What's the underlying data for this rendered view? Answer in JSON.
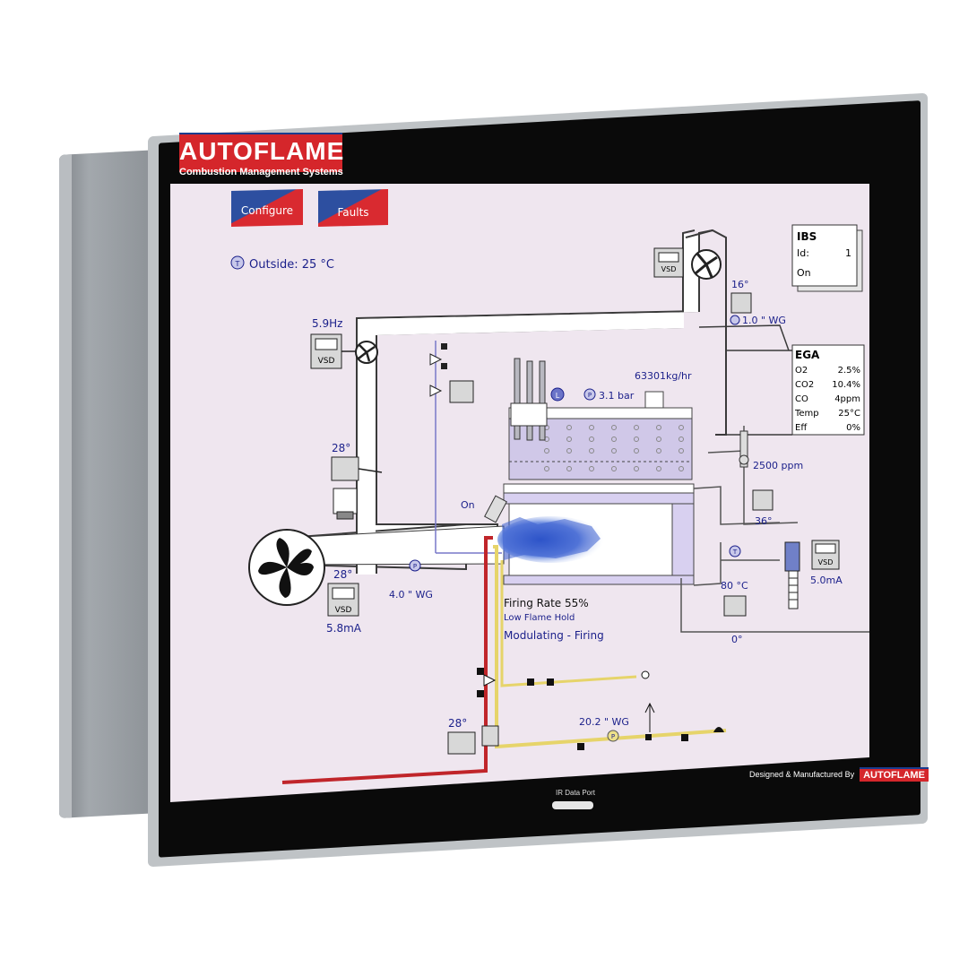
{
  "brand": {
    "logo_text": "AUTOFLAME",
    "tagline": "Combustion Management Systems",
    "manufacturer_label": "Designed & Manufactured By",
    "manufacturer_logo": "AUTOFLAME",
    "ir_port_label": "IR Data Port",
    "colors": {
      "red": "#d5262b",
      "blue": "#1a3c8e",
      "screen_bg": "#efe6ef",
      "text": "#1a1f8a"
    }
  },
  "buttons": {
    "configure": "Configure",
    "faults": "Faults"
  },
  "outside": {
    "icon": "T",
    "label": "Outside: 25 °C"
  },
  "ibs": {
    "title": "IBS",
    "id_label": "Id:",
    "id_value": "1",
    "status": "On"
  },
  "ega": {
    "title": "EGA",
    "rows": [
      {
        "label": "O2",
        "value": "2.5%"
      },
      {
        "label": "CO2",
        "value": "10.4%"
      },
      {
        "label": "CO",
        "value": "4ppm"
      },
      {
        "label": "Temp",
        "value": "25°C"
      },
      {
        "label": "Eff",
        "value": "0%"
      }
    ]
  },
  "process": {
    "top_fan_vsd": "VSD",
    "stack_temp": "16°",
    "stack_pressure": "1.0 \" WG",
    "fan_hz": "5.9Hz",
    "fan_vsd": "VSD",
    "steam_flow": "63301kg/hr",
    "steam_pressure_icon": "P",
    "steam_pressure": "3.1 bar",
    "level_icon": "L",
    "damper_temp": "28°",
    "burner_status": "On",
    "burner_fan_temp": "28°",
    "burner_vsd": "VSD",
    "burner_vsd_current": "5.8mA",
    "air_pressure_icon": "P",
    "air_pressure": "4.0 \" WG",
    "ppm": "2500 ppm",
    "probe_temp": "36°",
    "pump_vsd": "VSD",
    "pump_current": "5.0mA",
    "water_temp_icon": "T",
    "water_temp": "80 °C",
    "valve_angle": "0°",
    "firing_rate": "Firing Rate  55%",
    "low_flame": "Low Flame Hold",
    "modulating": "Modulating - Firing",
    "gas_temp": "28°",
    "gas_pressure_icon": "P",
    "gas_pressure": "20.2 \" WG"
  }
}
